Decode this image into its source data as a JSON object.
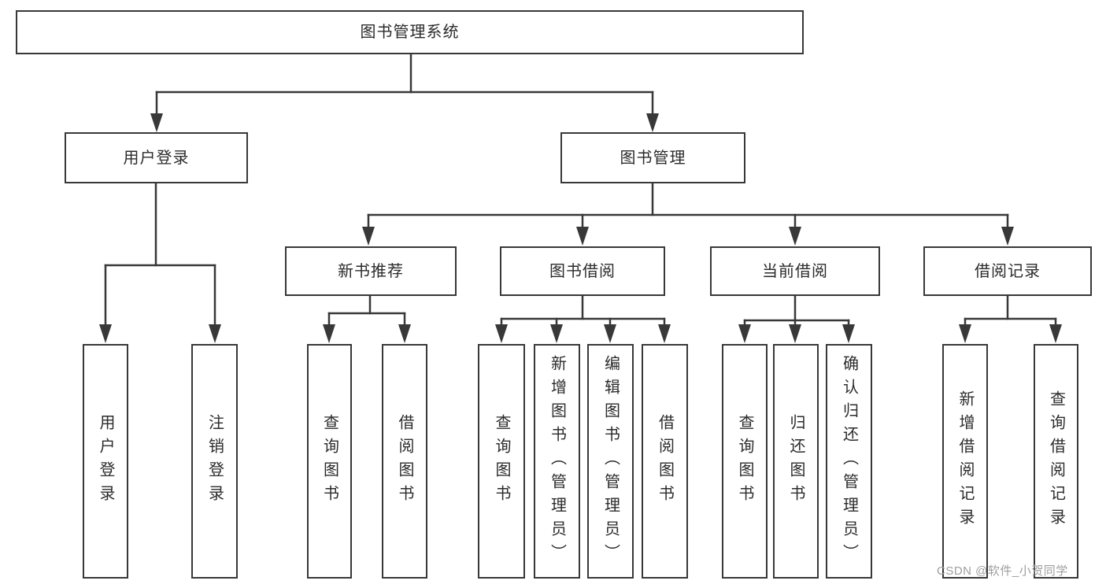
{
  "diagram": {
    "title": "图书管理系统",
    "watermark": "CSDN @软件_小贺同学",
    "line_color": "#383838",
    "text_color": "#2b2b2b",
    "box_background": "#ffffff",
    "watermark_color": "#9e9e9e"
  },
  "nodes": [
    {
      "id": "root",
      "label": "图书管理系统"
    },
    {
      "id": "user-login",
      "label": "用户登录"
    },
    {
      "id": "book-management",
      "label": "图书管理"
    },
    {
      "id": "new-book-recommend",
      "label": "新书推荐"
    },
    {
      "id": "book-borrow",
      "label": "图书借阅"
    },
    {
      "id": "current-borrow",
      "label": "当前借阅"
    },
    {
      "id": "borrow-records",
      "label": "借阅记录"
    },
    {
      "id": "ul-user-login",
      "label": "用户登录"
    },
    {
      "id": "ul-logout",
      "label": "注销登录"
    },
    {
      "id": "nb-query-book",
      "label": "查询图书"
    },
    {
      "id": "nb-borrow-book",
      "label": "借阅图书"
    },
    {
      "id": "bb-query-book",
      "label": "查询图书"
    },
    {
      "id": "bb-add-book-admin",
      "label": "新增图书（管理员）"
    },
    {
      "id": "bb-edit-book-admin",
      "label": "编辑图书（管理员）"
    },
    {
      "id": "bb-borrow-book",
      "label": "借阅图书"
    },
    {
      "id": "cb-query-book",
      "label": "查询图书"
    },
    {
      "id": "cb-return-book",
      "label": "归还图书"
    },
    {
      "id": "cb-confirm-return-admin",
      "label": "确认归还（管理员）"
    },
    {
      "id": "br-add-record",
      "label": "新增借阅记录"
    },
    {
      "id": "br-query-record",
      "label": "查询借阅记录"
    }
  ],
  "edges": [
    [
      "root",
      "user-login"
    ],
    [
      "root",
      "book-management"
    ],
    [
      "user-login",
      "ul-user-login"
    ],
    [
      "user-login",
      "ul-logout"
    ],
    [
      "book-management",
      "new-book-recommend"
    ],
    [
      "book-management",
      "book-borrow"
    ],
    [
      "book-management",
      "current-borrow"
    ],
    [
      "book-management",
      "borrow-records"
    ],
    [
      "new-book-recommend",
      "nb-query-book"
    ],
    [
      "new-book-recommend",
      "nb-borrow-book"
    ],
    [
      "book-borrow",
      "bb-query-book"
    ],
    [
      "book-borrow",
      "bb-add-book-admin"
    ],
    [
      "book-borrow",
      "bb-edit-book-admin"
    ],
    [
      "book-borrow",
      "bb-borrow-book"
    ],
    [
      "current-borrow",
      "cb-query-book"
    ],
    [
      "current-borrow",
      "cb-return-book"
    ],
    [
      "current-borrow",
      "cb-confirm-return-admin"
    ],
    [
      "borrow-records",
      "br-add-record"
    ],
    [
      "borrow-records",
      "br-query-record"
    ]
  ]
}
